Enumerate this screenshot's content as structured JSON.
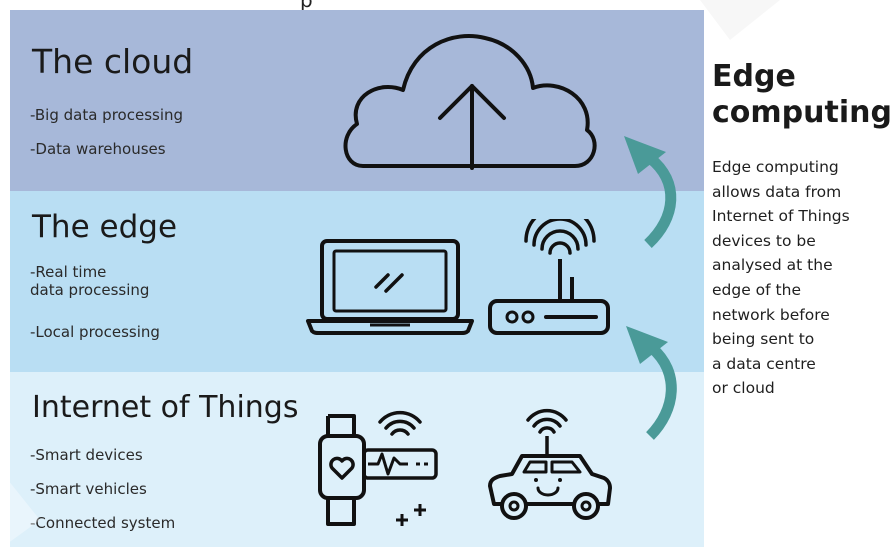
{
  "top_caption": "p",
  "layers": [
    {
      "title": "The cloud",
      "bullets": [
        "-Big data processing",
        "-Data warehouses"
      ],
      "icon": "cloud-upload-icon",
      "color": "#a7b8d9"
    },
    {
      "title": "The edge",
      "bullets": [
        "-Real time\n data processing",
        "-Local processing"
      ],
      "icons": [
        "laptop-icon",
        "router-icon"
      ],
      "color": "#b9def3"
    },
    {
      "title": "Internet of Things",
      "bullets": [
        "-Smart devices",
        "-Smart vehicles",
        "-Connected system"
      ],
      "icons": [
        "smartwatch-icon",
        "smart-car-icon"
      ],
      "color": "#ddf0fa"
    }
  ],
  "sidebar": {
    "title": "Edge computing",
    "text": "Edge computing\nallows data from\nInternet of Things\ndevices to be\nanalysed at the\nedge of the\nnetwork before\nbeing sent to\na data centre\nor cloud"
  },
  "colors": {
    "arrow": "#4a9a98",
    "icon_stroke": "#111111",
    "text": "#1a1a1a"
  }
}
